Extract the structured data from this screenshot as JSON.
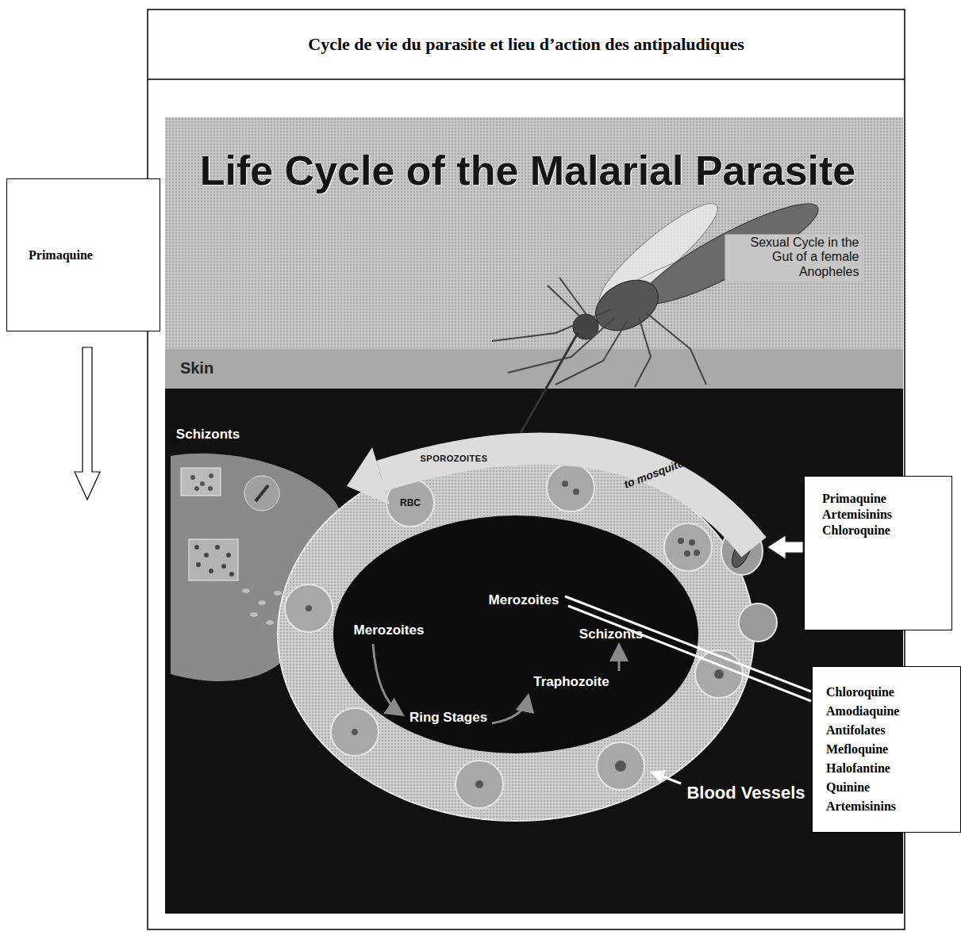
{
  "diagram": {
    "title": "Cycle de vie du parasite et lieu d’action des antipaludiques",
    "nodes": [
      {
        "text": [
          "Primaquine"
        ]
      },
      {
        "text": [
          "Primaquine",
          "Artemisinins",
          "Chloroquine"
        ]
      },
      {
        "text": [
          "Chloroquine",
          "Amodiaquine",
          "Antifolates",
          "Mefloquine",
          "Halofantine",
          "Quinine",
          "Artemisinins"
        ]
      }
    ],
    "labels": [
      "Life Cycle of the Malarial Parasite",
      "Sexual Cycle in the Gut of a female Anopheles",
      "Skin",
      "SPOROZOITES",
      "Schizonts",
      "to mosquito",
      "RBC",
      "Merozoites",
      "Merozoites",
      "Schizonts",
      "Traphozoite",
      "Ring Stages",
      "Blood Vessels"
    ]
  }
}
